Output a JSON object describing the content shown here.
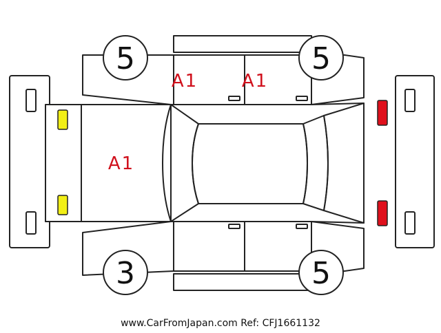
{
  "grades": {
    "left_front_door": "A1",
    "left_rear_door": "A1",
    "hood": "A1"
  },
  "tires": {
    "front_left": "5",
    "rear_left": "5",
    "front_right": "3",
    "rear_right": "5"
  },
  "lights": {
    "front": {
      "color": "#f2ef16"
    },
    "rear": {
      "color": "#e0101c"
    }
  },
  "footer": {
    "watermark": "www.CarFromJapan.com Ref: CFJ1661132"
  }
}
